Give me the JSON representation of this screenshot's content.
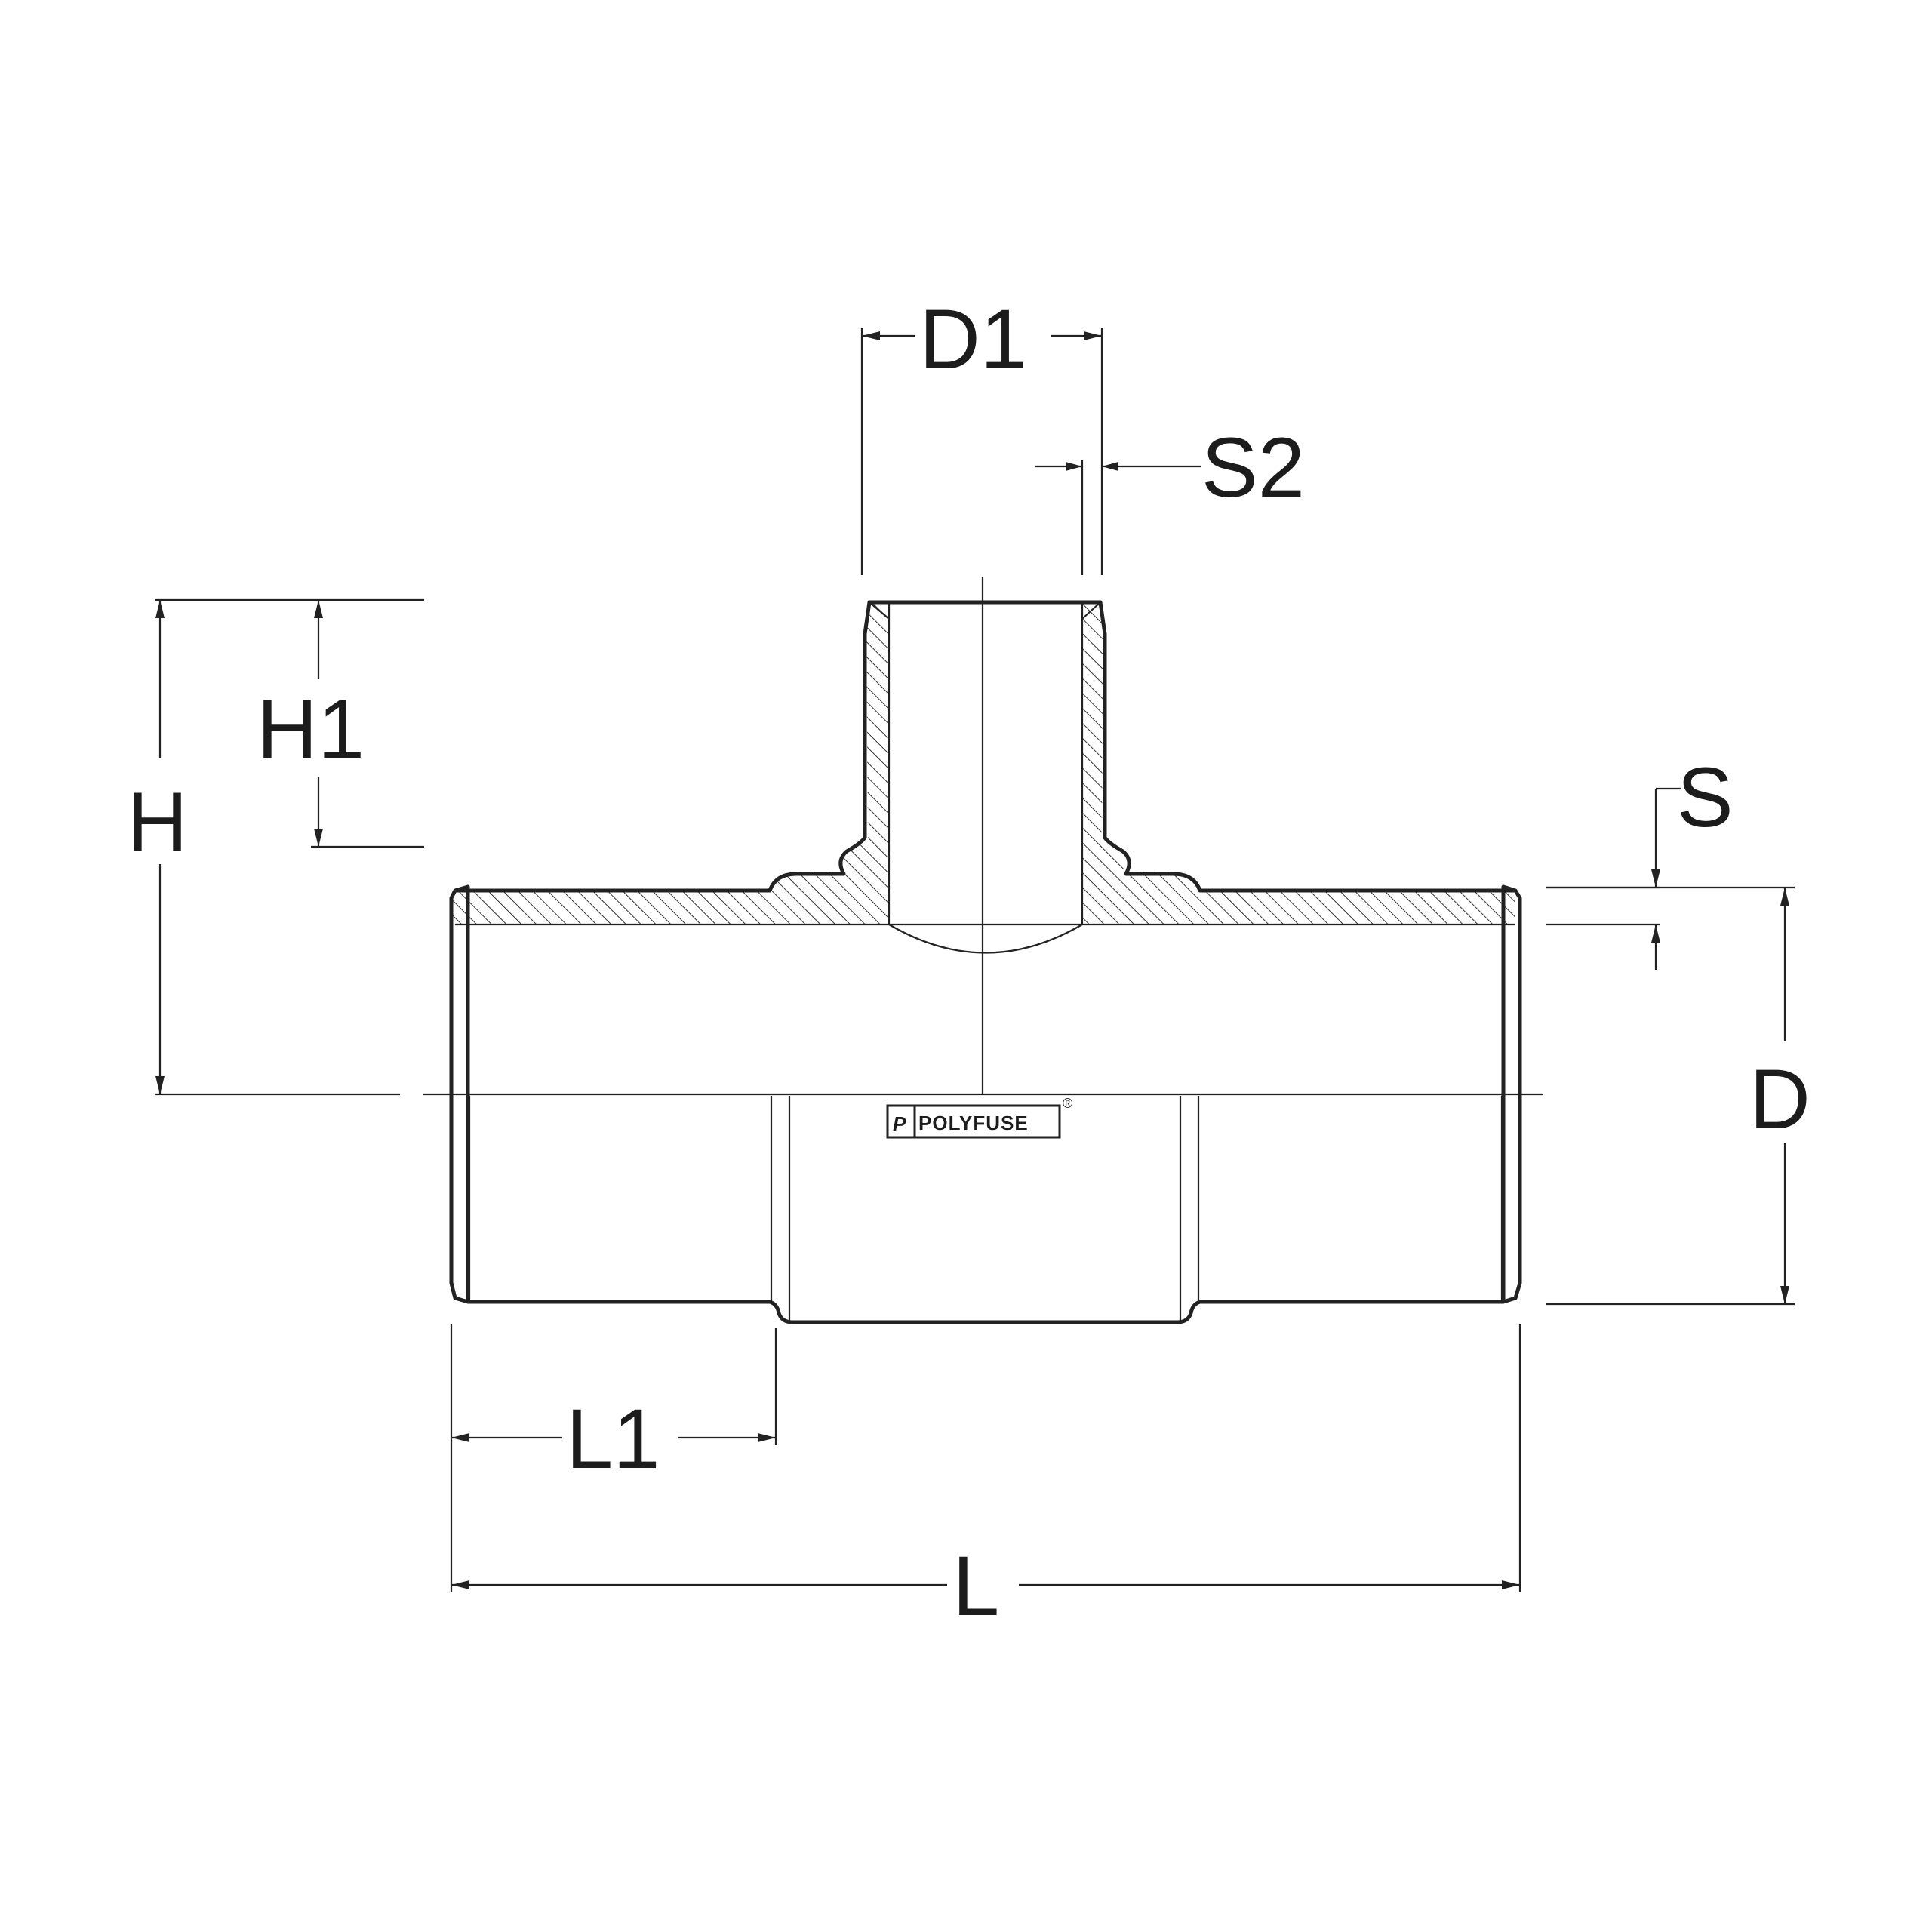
{
  "dimensions": {
    "d1": "D1",
    "s2": "S2",
    "h": "H",
    "h1": "H1",
    "s": "S",
    "d": "D",
    "l1": "L1",
    "l": "L"
  },
  "brand": {
    "name": "POLYFUSE",
    "logo_mark": "P",
    "registered": "®"
  }
}
